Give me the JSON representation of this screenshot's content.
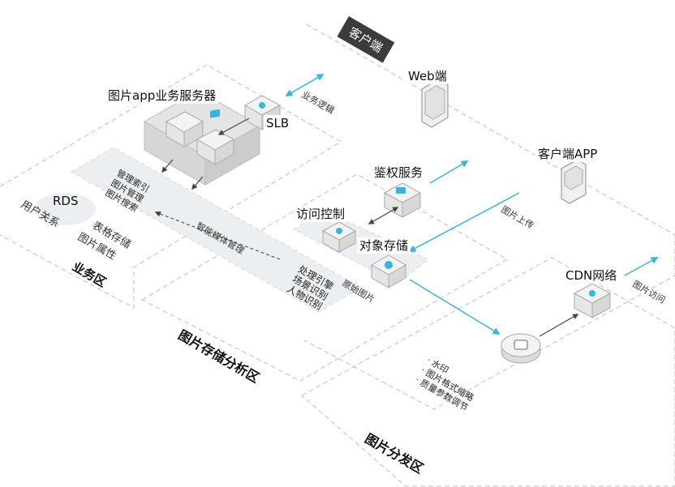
{
  "nodes": {
    "client": "客户端",
    "web": "Web端",
    "client_app": "客户端APP",
    "app_server": "图片app业务服务器",
    "slb": "SLB",
    "auth": "鉴权服务",
    "access_control": "访问控制",
    "oss": "对象存储",
    "cdn": "CDN网络",
    "rds": "RDS"
  },
  "edges": {
    "business_logic": "业务逻辑",
    "image_upload": "图片上传",
    "image_access": "图片访问",
    "original_image": "原始图片",
    "media_management": "智能媒体管理"
  },
  "app_functions": [
    "管理索引",
    "图片管理",
    "图片搜索"
  ],
  "processing": [
    "处理引擎",
    "场景识别",
    "人物识别"
  ],
  "business_zone": {
    "user_relation": "用户关系",
    "table_storage": "表格存储",
    "image_attributes": "图片属性",
    "title": "业务区"
  },
  "zones": {
    "storage_analysis": "图片存储分析区",
    "distribution": "图片分发区"
  },
  "distribution_features": [
    "· 水印",
    "· 图片格式缩略",
    "· 质量参数调节"
  ],
  "colors": {
    "accent": "#3ab4dc",
    "dark": "#3b3b3b",
    "zone_fill": "#eceff2"
  }
}
